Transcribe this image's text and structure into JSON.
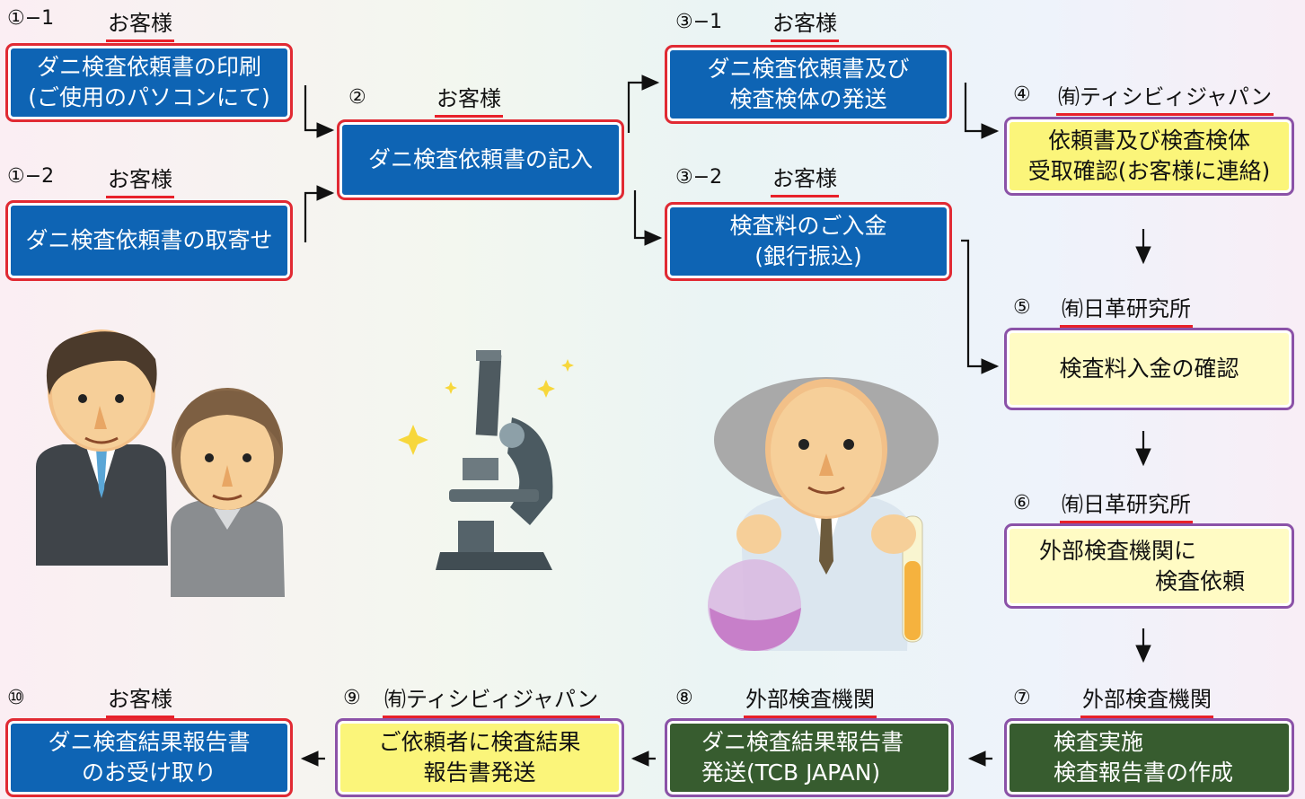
{
  "steps": {
    "s1_1": {
      "num": "①−1",
      "actor": "お客様",
      "lines": [
        "ダニ検査依頼書の印刷",
        "(ご使用のパソコンにて)"
      ]
    },
    "s1_2": {
      "num": "①−2",
      "actor": "お客様",
      "lines": [
        "ダニ検査依頼書の取寄せ"
      ]
    },
    "s2": {
      "num": "②",
      "actor": "お客様",
      "lines": [
        "ダニ検査依頼書の記入"
      ]
    },
    "s3_1": {
      "num": "③−1",
      "actor": "お客様",
      "lines": [
        "ダニ検査依頼書及び",
        "検査検体の発送"
      ]
    },
    "s3_2": {
      "num": "③−2",
      "actor": "お客様",
      "lines": [
        "検査料のご入金",
        "(銀行振込)"
      ]
    },
    "s4": {
      "num": "④",
      "actor": "㈲ティシビィジャパン",
      "lines": [
        "依頼書及び検査検体",
        "受取確認(お客様に連絡)"
      ]
    },
    "s5": {
      "num": "⑤",
      "actor": "㈲日革研究所",
      "lines": [
        "検査料入金の確認"
      ]
    },
    "s6": {
      "num": "⑥",
      "actor": "㈲日革研究所",
      "lines": [
        "外部検査機関に",
        "検査依頼"
      ]
    },
    "s7": {
      "num": "⑦",
      "actor": "外部検査機関",
      "lines": [
        "検査実施",
        "検査報告書の作成"
      ]
    },
    "s8": {
      "num": "⑧",
      "actor": "外部検査機関",
      "lines": [
        "ダニ検査結果報告書",
        "発送(TCB JAPAN)"
      ]
    },
    "s9": {
      "num": "⑨",
      "actor": "㈲ティシビィジャパン",
      "lines": [
        "ご依頼者に検査結果",
        "報告書発送"
      ]
    },
    "s10": {
      "num": "⑩",
      "actor": "お客様",
      "lines": [
        "ダニ検査結果報告書",
        "のお受け取り"
      ]
    }
  },
  "colors": {
    "customer_fill": "#0e64b4",
    "customer_border": "#e12a33",
    "tcb_fill": "#fbf57a",
    "lab_fill": "#fffbc4",
    "external_fill": "#375c2f",
    "partner_border": "#8b52a8",
    "underline": "#e8212a"
  },
  "illustrations": [
    "customers-illustration",
    "microscope-illustration",
    "scientist-illustration"
  ]
}
